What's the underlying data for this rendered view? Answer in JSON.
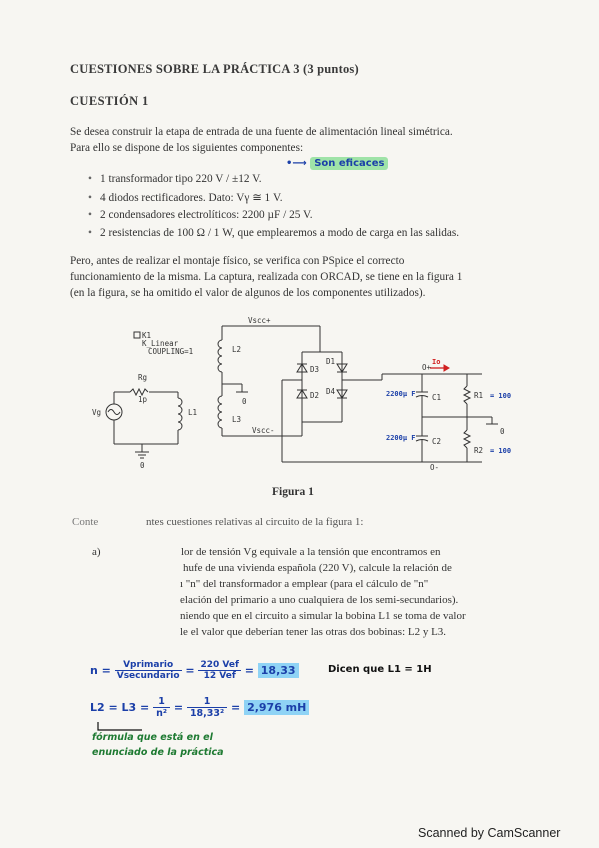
{
  "doc": {
    "title": "CUESTIONES SOBRE LA PRÁCTICA 3 (3 puntos)",
    "question_heading": "CUESTIÓN 1",
    "intro_line1": "Se desea construir la etapa de entrada de una fuente de alimentación lineal simétrica.",
    "intro_line2": "Para ello se dispone de los siguientes componentes:",
    "bullets": [
      "1 transformador tipo 220 V / ±12 V.",
      "4 diodos rectificadores. Dato: Vγ ≅ 1 V.",
      "2 condensadores electrolíticos: 2200 µF / 25 V.",
      "2 resistencias de 100 Ω / 1 W, que emplearemos a modo de carga en las salidas."
    ],
    "para2_lines": [
      "Pero, antes de realizar el montaje físico, se verifica con PSpice el correcto",
      "funcionamiento de la misma. La captura, realizada con ORCAD, se tiene en la figura 1",
      "(en la figura, se ha omitido el valor de algunos de los componentes utilizados)."
    ],
    "figure_caption": "Figura 1",
    "conte_prefix": "Conte",
    "conte_suffix": "ntes cuestiones relativas al circuito de la figura 1:",
    "part_label": "a)",
    "part_lines": [
      "lor de tensión Vg equivale a la tensión que encontramos en",
      "hufe de una vivienda española (220 V), calcule la relación de",
      "ı \"n\" del transformador a emplear (para el cálculo de \"n\"",
      "elación del primario a uno cualquiera de los semi-secundarios).",
      "niendo que en el circuito a simular la bobina L1 se toma de valor",
      "le el valor que deberían tener las otras dos bobinas: L2 y L3."
    ],
    "footer": "Scanned by CamScanner"
  },
  "circuit": {
    "k1": "K1",
    "k_linear": "K_Linear",
    "coupling": "COUPLING=1",
    "vcc_plus": "Vscc+",
    "vcc_minus": "Vscc-",
    "rg": "Rg",
    "rg_val": "1p",
    "vg": "Vg",
    "l1": "L1",
    "l2": "L2",
    "l3": "L3",
    "d1": "D1",
    "d2": "D2",
    "d3": "D3",
    "d4": "D4",
    "c1": "C1",
    "c2": "C2",
    "r1": "R1",
    "r2": "R2",
    "o_plus": "O+",
    "o_minus": "O-",
    "zero": "0"
  },
  "handwriting": {
    "son_eficaces": "Son eficaces",
    "io_label": "Io",
    "c1_val": "2200µ F",
    "c2_val": "2200µ F",
    "r1_val": "= 100",
    "r2_val": "= 100",
    "n_label": "n =",
    "v_primario": "Vprimario",
    "v_secundario": "Vsecundario",
    "eq1_num": "220 Vef",
    "eq1_den": "12 Vef",
    "n_result": "18,33",
    "dicen": "Dicen que L1 = 1H",
    "l2l3_label": "L2 = L3 =",
    "frac1_num": "1",
    "frac1_den": "n²",
    "frac2_num": "1",
    "frac2_den": "18,33²",
    "l_result": "2,976 mH",
    "note_line1": "fórmula que está en el",
    "note_line2": "enunciado de la práctica"
  },
  "colors": {
    "ink_blue": "#1b3fa8",
    "ink_green": "#1e7a32",
    "highlight_green": "#9fe3a8",
    "highlight_blue": "#8fd3f5"
  }
}
